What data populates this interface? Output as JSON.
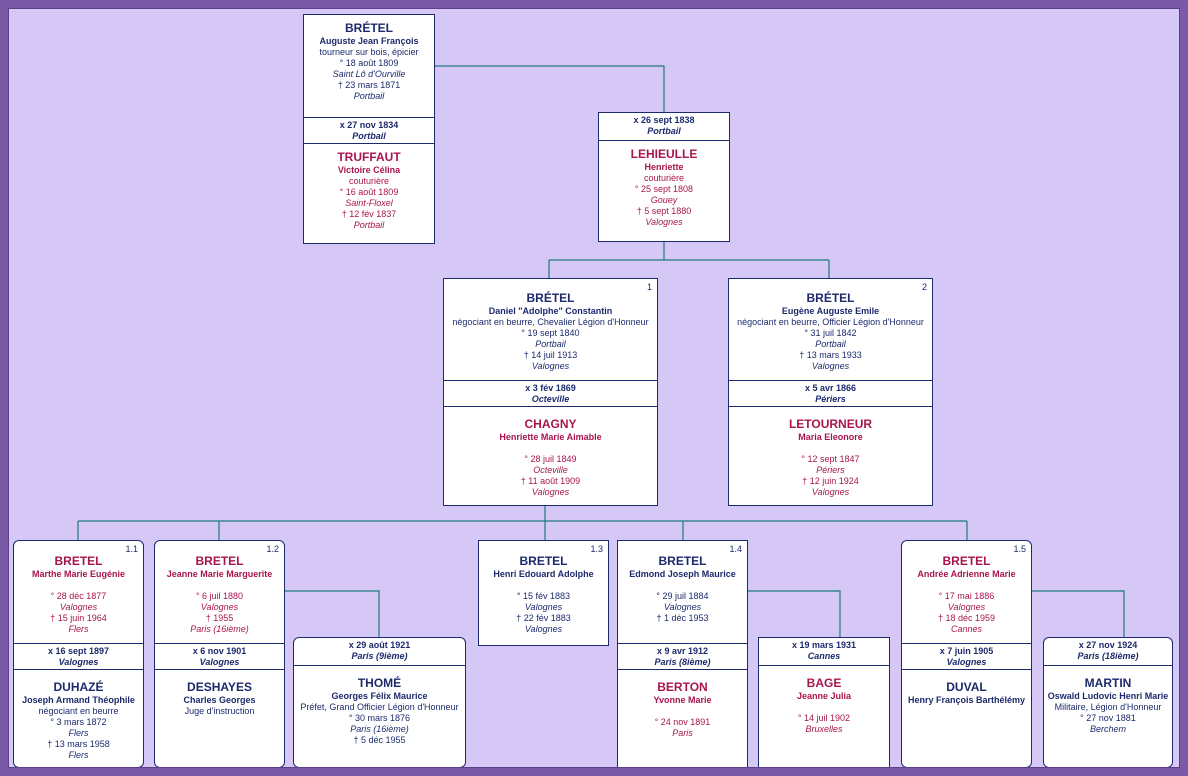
{
  "colors": {
    "male": "#1c2a6c",
    "female": "#a8154e",
    "line": "#1f7878",
    "background": "#d5c8f7",
    "frame": "#7a5aa6"
  },
  "parents": {
    "bretel_auguste": {
      "surname": "BRÉTEL",
      "given": "Auguste Jean François",
      "occupation": "tourneur sur bois, épicier",
      "birth": "° 18 août 1809",
      "birth_place": "Saint Lô d'Ourville",
      "death": "† 23 mars 1871",
      "death_place": "Portbail"
    },
    "marriage_1": {
      "date": "x 27 nov 1834",
      "place": "Portbail"
    },
    "truffaut": {
      "surname": "TRUFFAUT",
      "given": "Victoire Célina",
      "occupation": "couturière",
      "birth": "° 16 août 1809",
      "birth_place": "Saint-Floxel",
      "death": "† 12 fév 1837",
      "death_place": "Portbail"
    },
    "marriage_2": {
      "date": "x 26 sept 1838",
      "place": "Portbail"
    },
    "lehieulle": {
      "surname": "LEHIEULLE",
      "given": "Henriette",
      "occupation": "couturière",
      "birth": "° 25 sept 1808",
      "birth_place": "Gouey",
      "death": "† 5 sept 1880",
      "death_place": "Valognes"
    }
  },
  "children": {
    "daniel": {
      "num": "1",
      "surname": "BRÉTEL",
      "given": "Daniel  \"Adolphe\" Constantin",
      "occupation": "négociant en beurre, Chevalier Légion d'Honneur",
      "birth": "° 19 sept 1840",
      "birth_place": "Portbail",
      "death": "† 14 juil 1913",
      "death_place": "Valognes",
      "marriage": {
        "date": "x 3 fév 1869",
        "place": "Octeville"
      },
      "spouse": {
        "surname": "CHAGNY",
        "given": "Henriette Marie Aimable",
        "birth": "° 28 juil 1849",
        "birth_place": "Octeville",
        "death": "† 11 août 1909",
        "death_place": "Valognes"
      }
    },
    "eugene": {
      "num": "2",
      "surname": "BRÉTEL",
      "given": "Eugène Auguste Emile",
      "occupation": "négociant en beurre, Officier Légion d'Honneur",
      "birth": "° 31 juil 1842",
      "birth_place": "Portbail",
      "death": "† 13 mars 1933",
      "death_place": "Valognes",
      "marriage": {
        "date": "x 5 avr 1866",
        "place": "Périers"
      },
      "spouse": {
        "surname": "LETOURNEUR",
        "given": "Maria Eleonore",
        "birth": "° 12 sept 1847",
        "birth_place": "Périers",
        "death": "† 12 juin 1924",
        "death_place": "Valognes"
      }
    }
  },
  "grandchildren": {
    "marthe": {
      "num": "1.1",
      "surname": "BRETEL",
      "given": "Marthe Marie Eugénie",
      "birth": "° 28 déc 1877",
      "birth_place": "Valognes",
      "death": "† 15 juin 1964",
      "death_place": "Flers",
      "marriage": {
        "date": "x 16 sept 1897",
        "place": "Valognes"
      },
      "spouse": {
        "surname": "DUHAZÉ",
        "given": "Joseph Armand Théophile",
        "occupation": "négociant en beurre",
        "birth": "° 3 mars 1872",
        "birth_place": "Flers",
        "death": "† 13 mars 1958",
        "death_place": "Flers"
      }
    },
    "jeanne": {
      "num": "1.2",
      "surname": "BRETEL",
      "given": "Jeanne Marie Marguerite",
      "birth": "° 6 juil 1880",
      "birth_place": "Valognes",
      "death": "† 1955",
      "death_place": "Paris (16ième)",
      "marriage": {
        "date": "x 6 nov 1901",
        "place": "Valognes"
      },
      "spouse": {
        "surname": "DESHAYES",
        "given": "Charles Georges",
        "occupation": "Juge d'instruction"
      },
      "marriage2": {
        "date": "x 29 août 1921",
        "place": "Paris (9ième)"
      },
      "spouse2": {
        "surname": "THOMÉ",
        "given": "Georges Félix Maurice",
        "occupation": "Préfet, Grand Officier Légion d'Honneur",
        "birth": "° 30 mars 1876",
        "birth_place": "Paris (16ième)",
        "death": "† 5 déc 1955"
      }
    },
    "henri": {
      "num": "1.3",
      "surname": "BRETEL",
      "given": "Henri Edouard Adolphe",
      "birth": "° 15 fév 1883",
      "birth_place": "Valognes",
      "death": "† 22 fév 1883",
      "death_place": "Valognes"
    },
    "edmond": {
      "num": "1.4",
      "surname": "BRETEL",
      "given": "Edmond Joseph Maurice",
      "birth": "° 29 juil 1884",
      "birth_place": "Valognes",
      "death": "† 1 déc 1953",
      "marriage": {
        "date": "x 9 avr 1912",
        "place": "Paris (8ième)"
      },
      "spouse": {
        "surname": "BERTON",
        "given": "Yvonne Marie",
        "birth": "° 24 nov 1891",
        "birth_place": "Paris"
      },
      "marriage2": {
        "date": "x 19 mars 1931",
        "place": "Cannes"
      },
      "spouse2": {
        "surname": "BAGE",
        "given": "Jeanne Julia",
        "birth": "° 14 juil 1902",
        "birth_place": "Bruxelles"
      }
    },
    "andree": {
      "num": "1.5",
      "surname": "BRETEL",
      "given": "Andrée Adrienne Marie",
      "birth": "° 17 mai 1886",
      "birth_place": "Valognes",
      "death": "† 18 déc 1959",
      "death_place": "Cannes",
      "marriage": {
        "date": "x 7 juin 1905",
        "place": "Valognes"
      },
      "spouse": {
        "surname": "DUVAL",
        "given": "Henry François Barthélémy"
      },
      "marriage2": {
        "date": "x 27 nov 1924",
        "place": "Paris (18ième)"
      },
      "spouse2": {
        "surname": "MARTIN",
        "given": "Oswald Ludovic Henri Marie",
        "occupation": "Militaire, Légion d'Honneur",
        "birth": "° 27 nov 1881",
        "birth_place": "Berchem"
      }
    }
  }
}
